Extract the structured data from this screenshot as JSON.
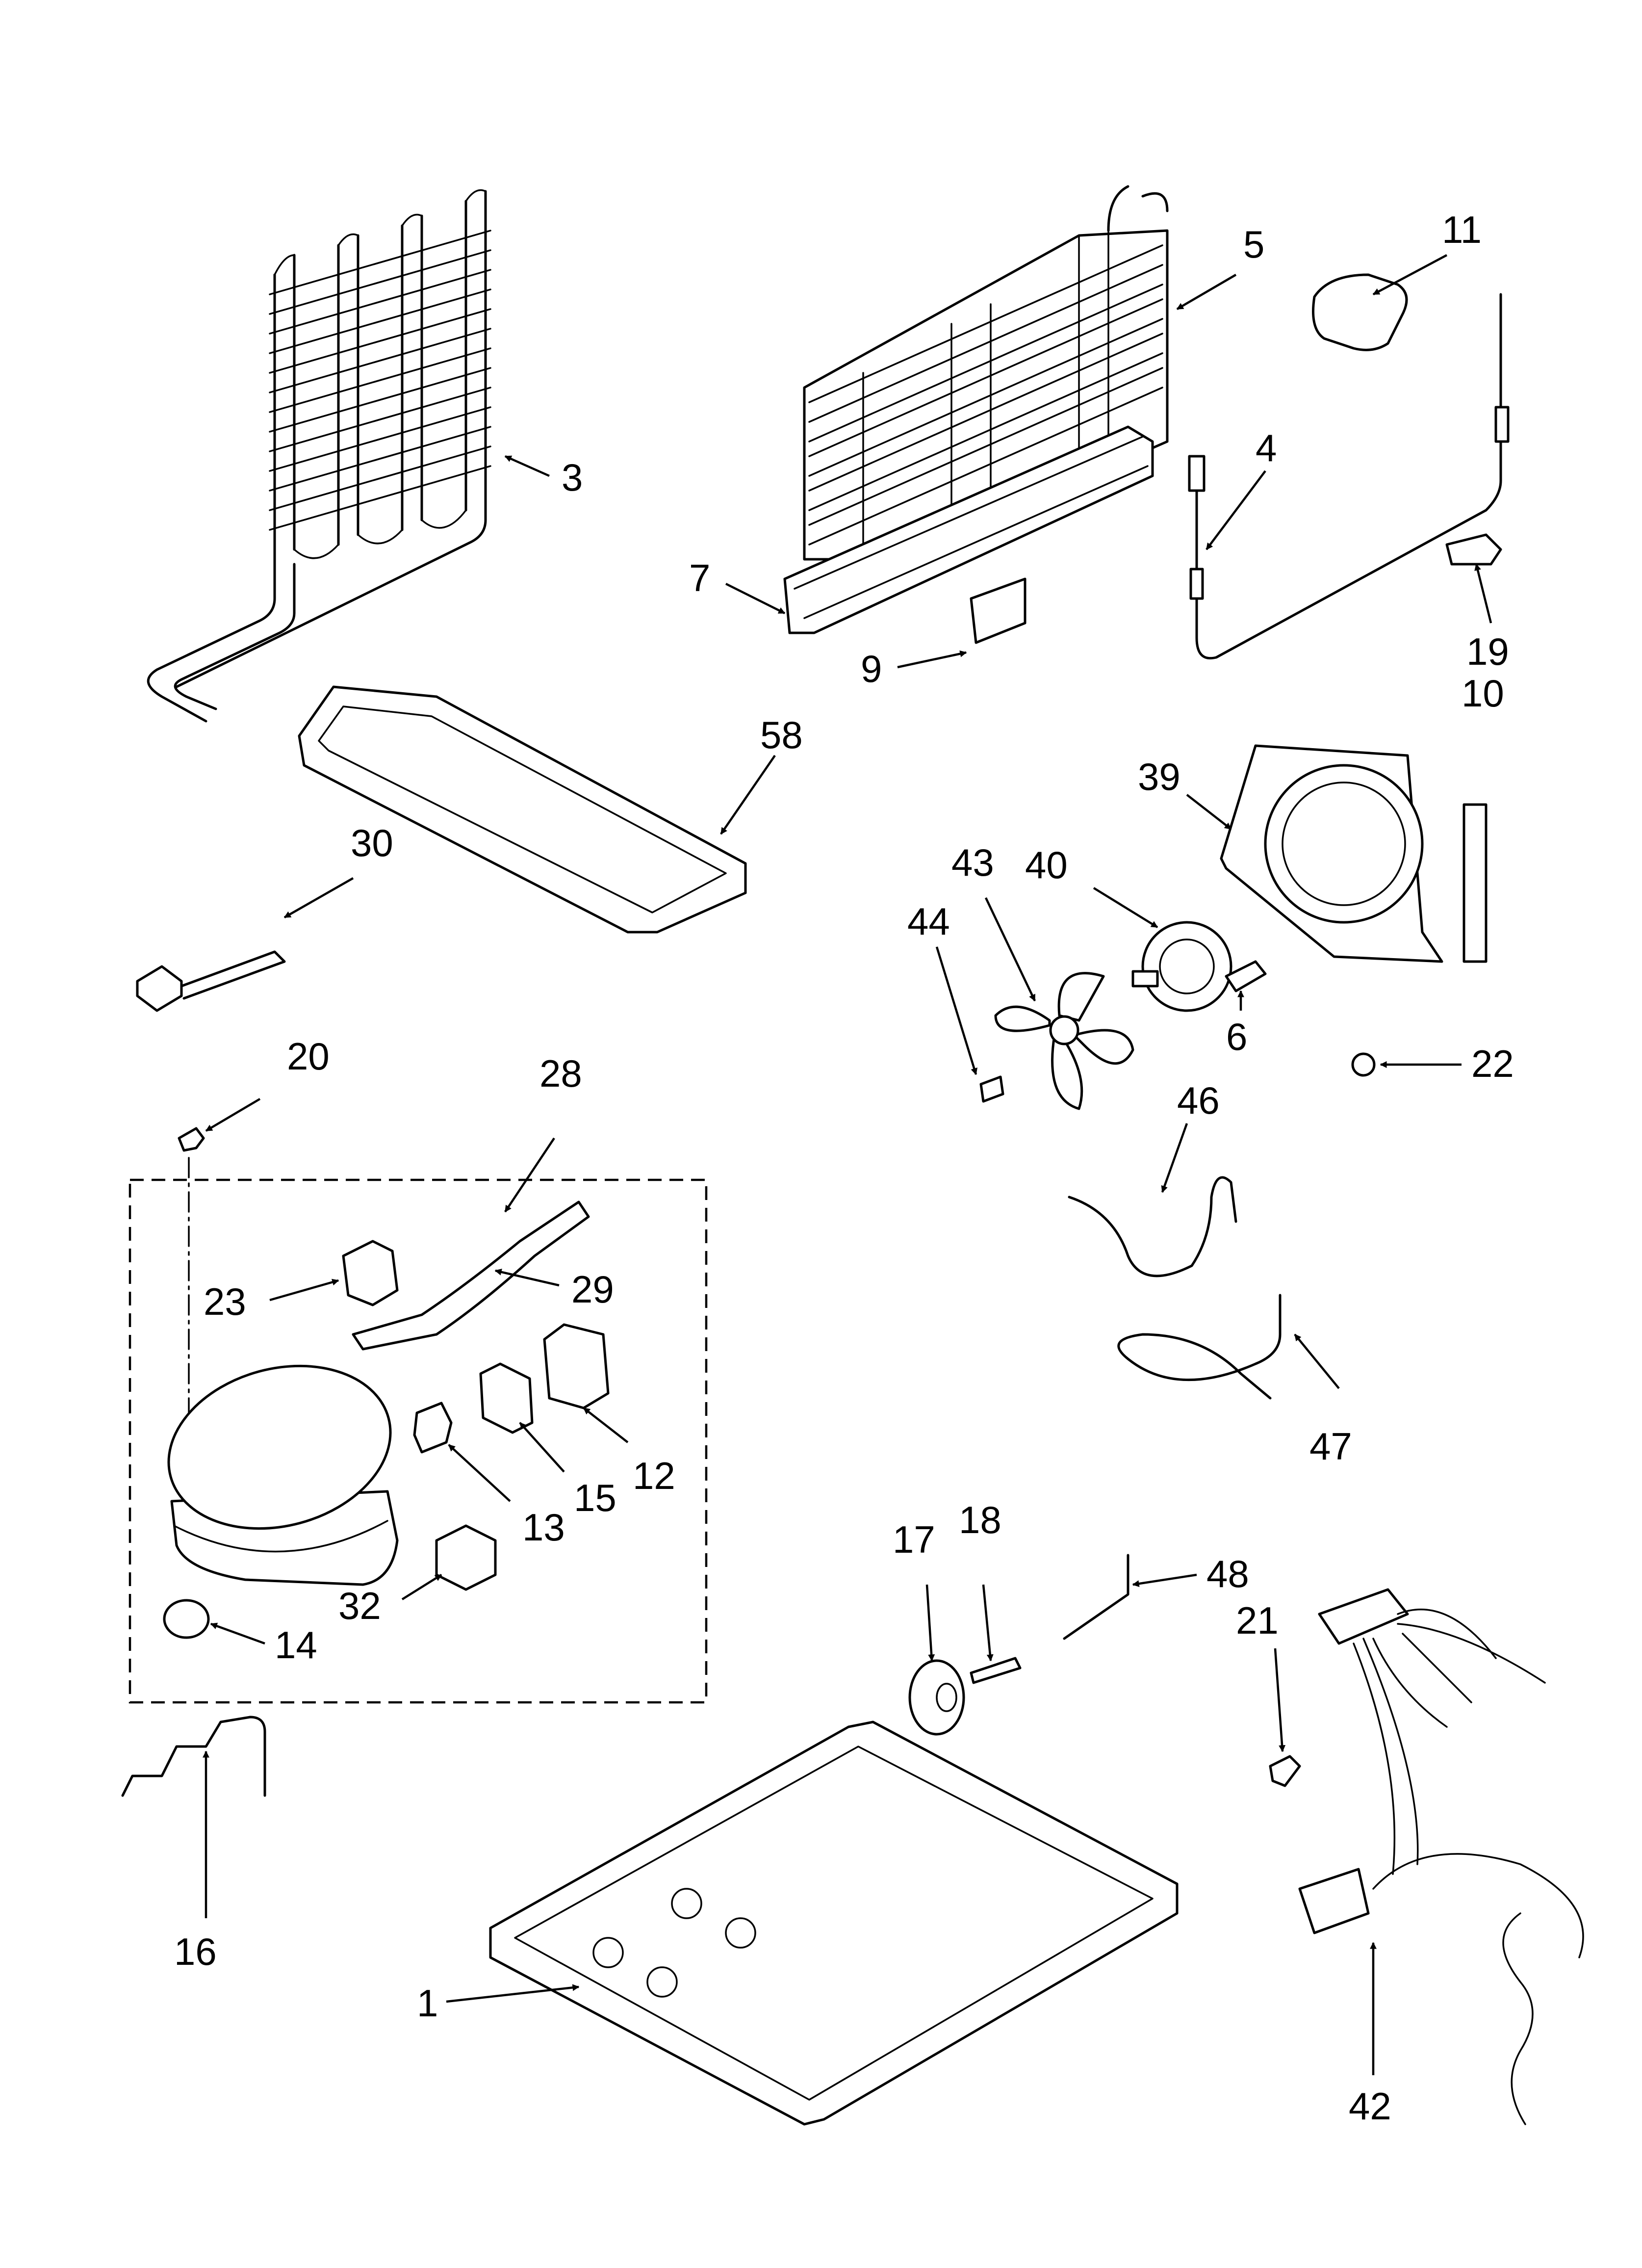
{
  "callouts": [
    {
      "id": "c1",
      "text": "1"
    },
    {
      "id": "c3",
      "text": "3"
    },
    {
      "id": "c4",
      "text": "4"
    },
    {
      "id": "c5",
      "text": "5"
    },
    {
      "id": "c6",
      "text": "6"
    },
    {
      "id": "c7",
      "text": "7"
    },
    {
      "id": "c9",
      "text": "9"
    },
    {
      "id": "c10",
      "text": "10"
    },
    {
      "id": "c11",
      "text": "11"
    },
    {
      "id": "c12",
      "text": "12"
    },
    {
      "id": "c13",
      "text": "13"
    },
    {
      "id": "c14",
      "text": "14"
    },
    {
      "id": "c15",
      "text": "15"
    },
    {
      "id": "c16",
      "text": "16"
    },
    {
      "id": "c17",
      "text": "17"
    },
    {
      "id": "c18",
      "text": "18"
    },
    {
      "id": "c19",
      "text": "19"
    },
    {
      "id": "c20",
      "text": "20"
    },
    {
      "id": "c21",
      "text": "21"
    },
    {
      "id": "c22",
      "text": "22"
    },
    {
      "id": "c23",
      "text": "23"
    },
    {
      "id": "c28",
      "text": "28"
    },
    {
      "id": "c29",
      "text": "29"
    },
    {
      "id": "c30",
      "text": "30"
    },
    {
      "id": "c32",
      "text": "32"
    },
    {
      "id": "c39",
      "text": "39"
    },
    {
      "id": "c40",
      "text": "40"
    },
    {
      "id": "c42",
      "text": "42"
    },
    {
      "id": "c43",
      "text": "43"
    },
    {
      "id": "c44",
      "text": "44"
    },
    {
      "id": "c46",
      "text": "46"
    },
    {
      "id": "c47",
      "text": "47"
    },
    {
      "id": "c48",
      "text": "48"
    },
    {
      "id": "c58",
      "text": "58"
    }
  ]
}
